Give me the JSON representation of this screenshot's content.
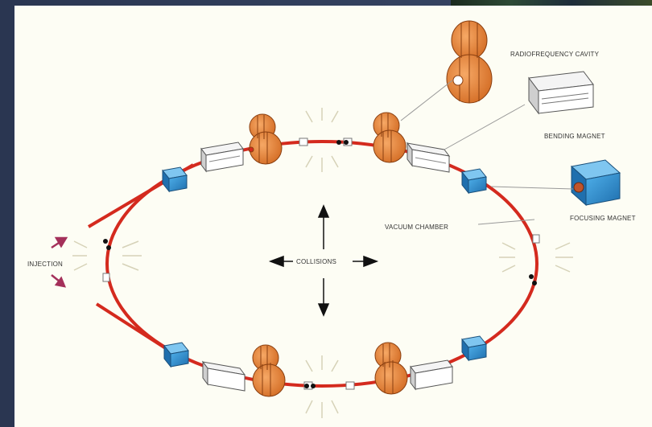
{
  "labels": {
    "rf_cavity": "RADIOFREQUENCY CAVITY",
    "bending_magnet": "BENDING MAGNET",
    "focusing_magnet": "FOCUSING MAGNET",
    "vacuum_chamber": "VACUUM CHAMBER",
    "collisions": "COLLISIONS",
    "injection": "INJECTION"
  },
  "colors": {
    "beam_pipe": "#d42a1e",
    "rf_cavity": "#e8843c",
    "bending_magnet": "#ffffff",
    "focusing_magnet": "#2f8fd0",
    "injection_arrow": "#a4305a",
    "panel": "#fdfdf4",
    "background": "#2f3c57"
  },
  "icons": [
    "rf-cavity-icon",
    "bending-magnet-icon",
    "focusing-magnet-icon",
    "collision-burst-icon",
    "injection-arrow-icon"
  ]
}
